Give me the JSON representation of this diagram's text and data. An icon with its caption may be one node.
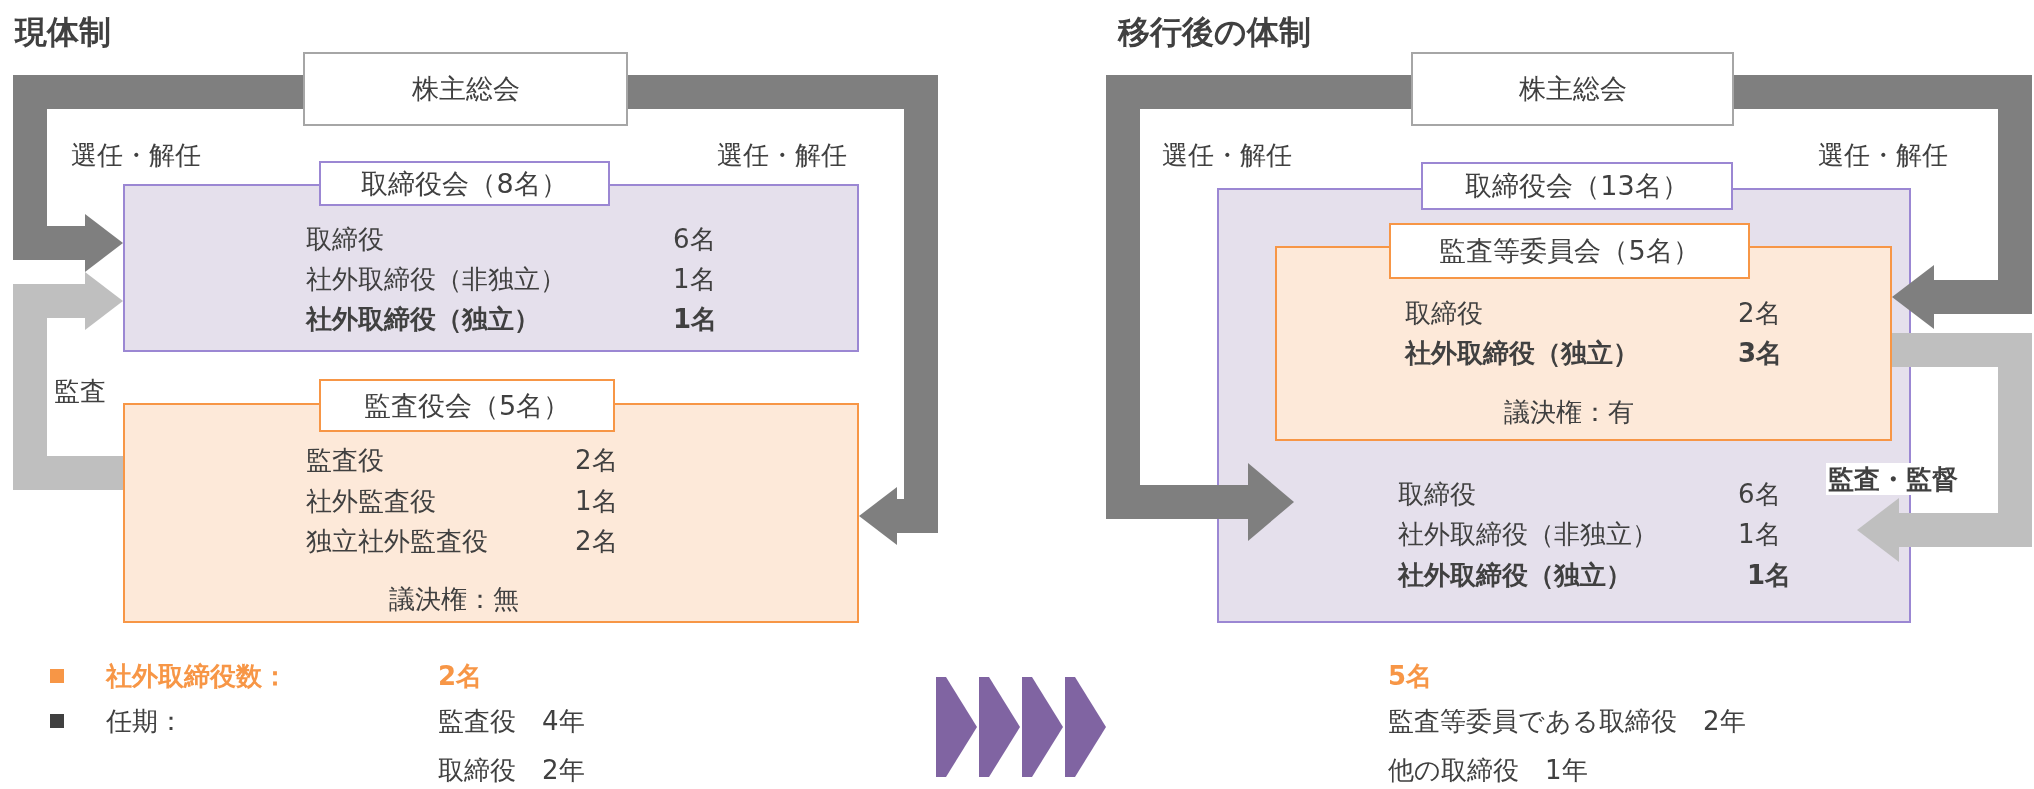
{
  "diagram": {
    "nodes": [
      {
        "text": [
          "株主総会"
        ]
      },
      {
        "text": [
          "取締役会（8名）",
          "取締役",
          "6名",
          "社外取締役（非独立）",
          "1名",
          "社外取締役（独立）",
          "1名"
        ]
      },
      {
        "text": [
          "監査役会（5名）",
          "監査役",
          "2名",
          "社外監査役",
          "1名",
          "独立社外監査役",
          "2名",
          "議決権：無"
        ]
      },
      {
        "text": [
          "株主総会"
        ]
      },
      {
        "text": [
          "取締役会（13名）",
          "取締役",
          "6名",
          "社外取締役（非独立）",
          "1名",
          "社外取締役（独立）",
          "1名"
        ]
      },
      {
        "text": [
          "監査等委員会（5名）",
          "取締役",
          "2名",
          "社外取締役（独立）",
          "3名",
          "議決権：有"
        ],
        "in": 4
      }
    ],
    "edges": [
      {
        "from": 0,
        "to": 1,
        "arrow": "to",
        "label": "選任・解任"
      },
      {
        "from": 0,
        "to": 2,
        "arrow": "to",
        "label": "選任・解任"
      },
      {
        "from": 2,
        "to": 1,
        "arrow": "to",
        "label": "監査",
        "color": "#bfbfbf"
      },
      {
        "from": 3,
        "to": 4,
        "arrow": "to",
        "label": "選任・解任"
      },
      {
        "from": 3,
        "to": 5,
        "arrow": "to",
        "label": "選任・解任"
      },
      {
        "from": 5,
        "to": 4,
        "arrow": "to",
        "label": "監査・監督",
        "color": "#bfbfbf"
      }
    ],
    "labels": [
      "現体制",
      "移行後の体制",
      "社外取締役数：",
      "2名",
      "任期：",
      "監査役　4年",
      "取締役　2年",
      "5名",
      "監査等委員である取締役　2年",
      "他の取締役　1年"
    ]
  }
}
